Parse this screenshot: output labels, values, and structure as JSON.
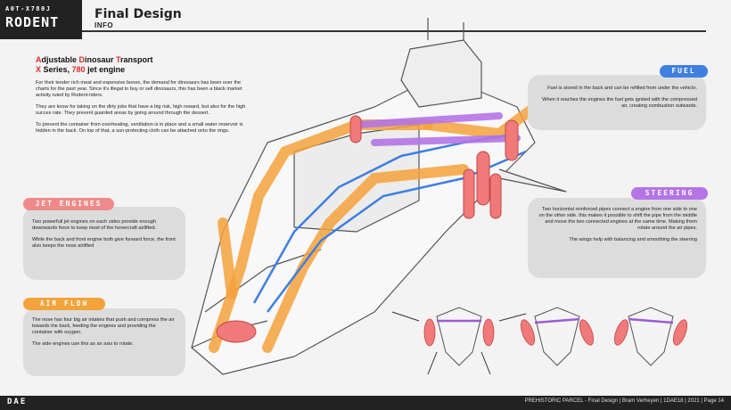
{
  "header": {
    "code": "A0T-X780J",
    "brand": "RODENT",
    "title": "Final Design",
    "subtitle": "INFO"
  },
  "intro": {
    "title_parts": [
      "A",
      "djustable ",
      "D",
      "inosaur ",
      "T",
      "ransport"
    ],
    "series_parts": [
      "X",
      " Series, ",
      "780",
      " jet engine"
    ],
    "paragraphs": [
      "For their tender rich meat and expensive bones, the demand for dinosaurs has been over the charts for the past year. Since it's illegal to buy or sell dinosaurs, this has been a black market activity ruled by Rodent-riders.",
      "They are know for taking on the dirty jobs that have a big risk, high reward, but also for the high succes rate. They prevent guarded areas by going around through the dessert.",
      "To prevent the container from overheating, ventilation is in place and a small water reservoir is hidden in the back. On top of that, a sun-protecting cloth can be attached onto the rings."
    ]
  },
  "jet_engines": {
    "label": "JET ENGINES",
    "color": "#f08a8a",
    "paragraphs": [
      "Two powerfull jet engines on each sides provide enough downwards force to keep most of the hovercraft airlifted.",
      "While the back and front engine both give forward force, the front also keeps the nose airlifted"
    ]
  },
  "air_flow": {
    "label": "AIR FLOW",
    "color": "#f3a33a",
    "paragraphs": [
      "The nose has four big air intakes that push and compress the air towards the back, feeding the engines and providing the container with oxygen.",
      "The side engines use this as an axis to rotate."
    ]
  },
  "fuel": {
    "label": "FUEL",
    "color": "#3f7fe0",
    "paragraphs": [
      "Fuel is stored in the back and can be refilled from under the vehicle.",
      "When it reaches the engines the fuel gets ignited with the compressed air, creating combustion outwards."
    ]
  },
  "steering": {
    "label": "STEERING",
    "color": "#b474e6",
    "paragraphs": [
      "Two horizontal reinforced pipes connect a engine from one side to one on the other side. this makes it possible to shift the pipe from the middle and move the two connected engines at the same time. Making them rotate around the air pipes.",
      "The wings help with balancing and smoothing the steering"
    ]
  },
  "footer": {
    "logo": "DAE",
    "credit": "PREHISTORIC PARCEL - Final Design | Bram Verheyen | 1DAE18 | 2021 | Page 14"
  }
}
